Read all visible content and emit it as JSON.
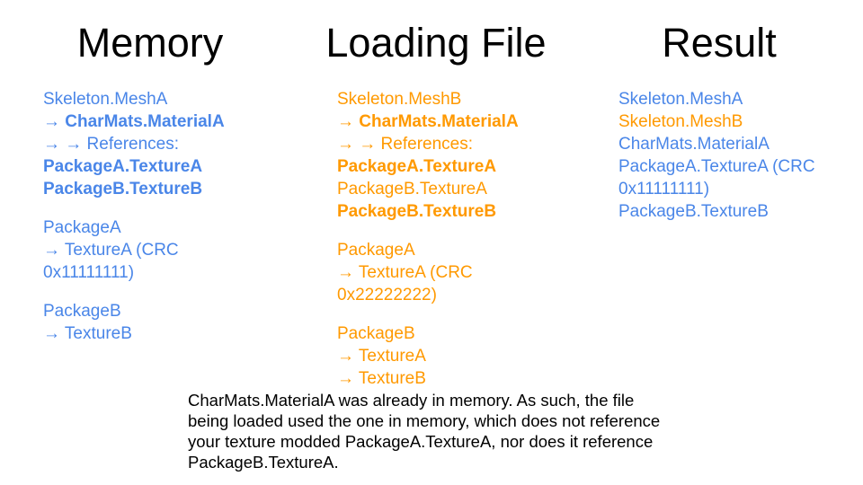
{
  "colors": {
    "blue": "#4a86e8",
    "orange": "#ff9900",
    "heading": "#000000",
    "caption": "#000000",
    "background": "#ffffff"
  },
  "columns": [
    {
      "id": "memory",
      "header": "Memory",
      "default_color": "blue",
      "blocks": [
        {
          "lines": [
            {
              "segments": [
                {
                  "text": "Skeleton.MeshA"
                }
              ]
            },
            {
              "segments": [
                {
                  "text": "→ "
                },
                {
                  "text": "CharMats.MaterialA",
                  "bold": true
                }
              ]
            },
            {
              "segments": [
                {
                  "text": "→ → References:"
                }
              ]
            },
            {
              "segments": [
                {
                  "text": "PackageA.TextureA",
                  "bold": true
                }
              ]
            },
            {
              "segments": [
                {
                  "text": "PackageB.TextureB",
                  "bold": true
                }
              ]
            }
          ]
        },
        {
          "lines": [
            {
              "segments": [
                {
                  "text": "PackageA"
                }
              ]
            },
            {
              "segments": [
                {
                  "text": "→ TextureA (CRC"
                }
              ]
            },
            {
              "segments": [
                {
                  "text": "0x11111111)"
                }
              ]
            }
          ]
        },
        {
          "lines": [
            {
              "segments": [
                {
                  "text": "PackageB"
                }
              ]
            },
            {
              "segments": [
                {
                  "text": "→ TextureB"
                }
              ]
            }
          ]
        }
      ]
    },
    {
      "id": "loading-file",
      "header": "Loading File",
      "default_color": "orange",
      "blocks": [
        {
          "lines": [
            {
              "segments": [
                {
                  "text": "Skeleton.MeshB"
                }
              ]
            },
            {
              "segments": [
                {
                  "text": "→ "
                },
                {
                  "text": "CharMats.MaterialA",
                  "bold": true
                }
              ]
            },
            {
              "segments": [
                {
                  "text": "→ → References:"
                }
              ]
            },
            {
              "segments": [
                {
                  "text": "PackageA.TextureA",
                  "bold": true
                }
              ]
            },
            {
              "segments": [
                {
                  "text": "PackageB.TextureA"
                }
              ]
            },
            {
              "segments": [
                {
                  "text": "PackageB.TextureB",
                  "bold": true
                }
              ]
            }
          ]
        },
        {
          "lines": [
            {
              "segments": [
                {
                  "text": "PackageA"
                }
              ]
            },
            {
              "segments": [
                {
                  "text": "→ TextureA (CRC"
                }
              ]
            },
            {
              "segments": [
                {
                  "text": "0x22222222)"
                }
              ]
            }
          ]
        },
        {
          "lines": [
            {
              "segments": [
                {
                  "text": "PackageB"
                }
              ]
            },
            {
              "segments": [
                {
                  "text": "→ TextureA"
                }
              ]
            },
            {
              "segments": [
                {
                  "text": "→ TextureB"
                }
              ]
            }
          ]
        }
      ]
    },
    {
      "id": "result",
      "header": "Result",
      "default_color": "blue",
      "blocks": [
        {
          "lines": [
            {
              "segments": [
                {
                  "text": "Skeleton.MeshA"
                }
              ]
            },
            {
              "segments": [
                {
                  "text": "Skeleton.MeshB",
                  "color": "orange"
                }
              ]
            },
            {
              "segments": [
                {
                  "text": "CharMats.MaterialA"
                }
              ]
            },
            {
              "segments": [
                {
                  "text": "PackageA.TextureA (CRC"
                }
              ]
            },
            {
              "segments": [
                {
                  "text": "0x11111111)"
                }
              ]
            },
            {
              "segments": [
                {
                  "text": "PackageB.TextureB"
                }
              ]
            }
          ]
        }
      ]
    }
  ],
  "caption": {
    "lines": [
      "CharMats.MaterialA was already in memory. As such, the file",
      "being loaded used the one in memory, which does not reference",
      "your texture modded PackageA.TextureA, nor does it reference",
      "PackageB.TextureA."
    ]
  }
}
